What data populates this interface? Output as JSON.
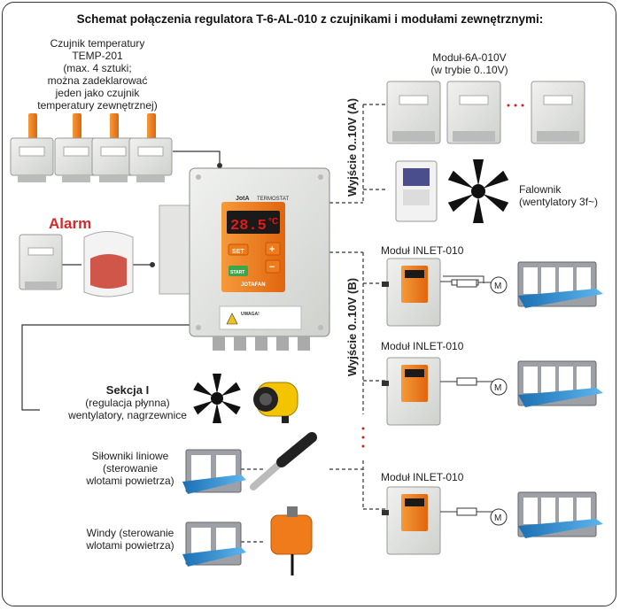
{
  "title": "Schemat połączenia regulatora T-6-AL-010 z czujnikami i modułami zewnętrznymi:",
  "sensor_label": [
    "Czujnik temperatury",
    "TEMP-201",
    "(max. 4 sztuki;",
    "można zadeklarować",
    "jeden jako czujnik",
    "temperatury zewnętrznej)"
  ],
  "alarm_label": "Alarm",
  "controller": {
    "brand": "JOTAFAN",
    "header": "TERMOSTAT",
    "display_value": "28.5",
    "unit": "°C",
    "set_label": "SET",
    "start_label": "START",
    "plus_label": "+",
    "minus_label": "−",
    "warning_title": "UWAGA!"
  },
  "output_a_label": "Wyjście 0..10V (A)",
  "output_b_label": "Wyjście 0..10V (B)",
  "module_6a_label": [
    "Moduł-6A-010V",
    "(w trybie 0..10V)"
  ],
  "inverter_label": [
    "Falownik",
    "(wentylatory 3f~)"
  ],
  "inlet_modules": [
    {
      "label": "Moduł INLET-010"
    },
    {
      "label": "Moduł INLET-010"
    },
    {
      "label": "Moduł INLET-010"
    }
  ],
  "motor_symbol": "M",
  "section_label": {
    "heading": "Sekcja I",
    "lines": [
      "(regulacja płynna)",
      "wentylatory, nagrzewnice"
    ]
  },
  "actuators_label": [
    "Siłowniki liniowe",
    "(sterowanie",
    "wlotami powietrza)"
  ],
  "winches_label": [
    "Windy (sterowanie",
    "wlotami powietrza)"
  ],
  "colors": {
    "orange": "#f07b1a",
    "red_display": "#e01919",
    "alarm_red": "#d42a2a",
    "gray_box": "#e3e4e2",
    "blue_flap": "#2d8fd4",
    "dash_line": "#333333",
    "dot_red": "#cc2222"
  }
}
